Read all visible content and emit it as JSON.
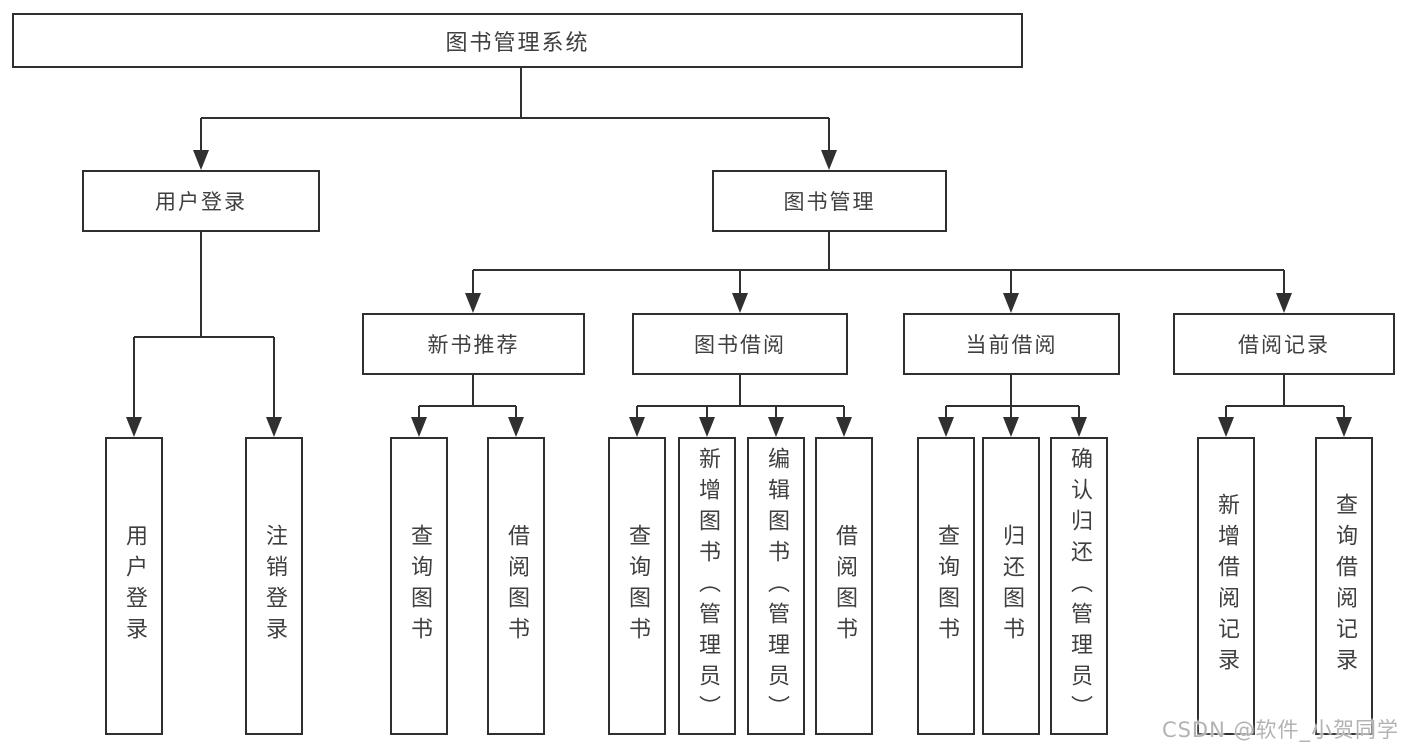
{
  "tree": {
    "root": "图书管理系统",
    "user": {
      "label": "用户登录",
      "children": [
        "用户登录",
        "注销登录"
      ]
    },
    "mgmt": {
      "label": "图书管理",
      "groups": [
        {
          "label": "新书推荐",
          "children": [
            "查询图书",
            "借阅图书"
          ]
        },
        {
          "label": "图书借阅",
          "children": [
            "查询图书",
            "新增图书（管理员）",
            "编辑图书（管理员）",
            "借阅图书"
          ]
        },
        {
          "label": "当前借阅",
          "children": [
            "查询图书",
            "归还图书",
            "确认归还（管理员）"
          ]
        },
        {
          "label": "借阅记录",
          "children": [
            "新增借阅记录",
            "查询借阅记录"
          ]
        }
      ]
    }
  },
  "watermark": "CSDN @软件_小贺同学",
  "colors": {
    "line": "#303030",
    "box_border": "#2f2f2f",
    "box_fill": "#ffffff",
    "text": "#3f3f3f",
    "watermark": "#b3b3b3",
    "background": "#ffffff"
  }
}
